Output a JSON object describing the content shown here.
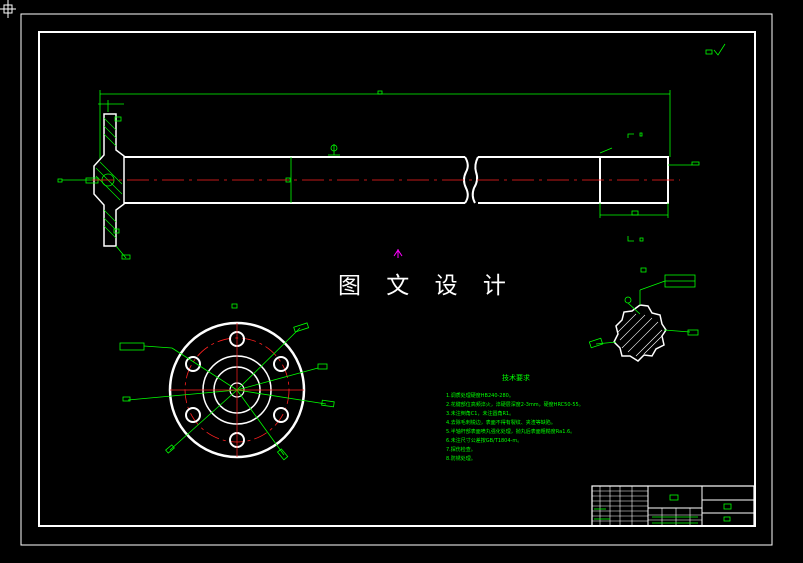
{
  "app": {
    "colors": {
      "background": "#000000",
      "outline": "#ffffff",
      "dimension": "#00ff00",
      "centerline": "#ff2020",
      "marker": "#ff00ff"
    }
  },
  "drawing": {
    "watermark": "图 文 设 计",
    "sections": [
      "main-elevation",
      "flange-end-view",
      "spline-section",
      "technical-notes",
      "title-block"
    ],
    "notes": {
      "heading": "技术要求",
      "lines": [
        "1.调质处理硬度HB240-280。",
        "2.花键部位高频淬火，淬硬层深度2-3mm，硬度HRC50-55。",
        "3.未注倒角C1，未注圆角R1。",
        "4.去除毛刺锐边，表面不得有裂纹、夹渣等缺陷。",
        "5.半轴杆部表面喷丸强化处理，抛丸后表面粗糙度Ra1.6。",
        "6.未注尺寸公差按GB/T1804-m。",
        "7.探伤检查。",
        "8.防锈处理。"
      ]
    },
    "title_block": {
      "cells": [
        "",
        "",
        "",
        "",
        "",
        ""
      ]
    }
  }
}
